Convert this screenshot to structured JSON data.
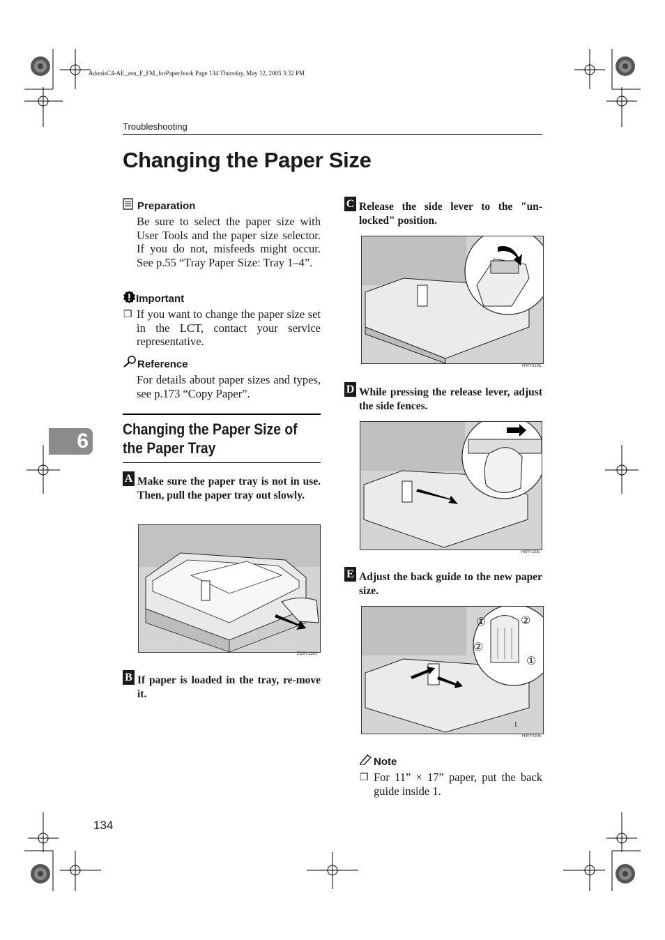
{
  "file_info": "AdonisC4-AE_zen_F_FM_forPaper.book  Page 134  Thursday, May 12, 2005  3:32 PM",
  "running_head": "Troubleshooting",
  "title": "Changing the Paper Size",
  "chapter_tab": "6",
  "page_number": "134",
  "preparation": {
    "heading": "Preparation",
    "text": "Be sure to select the paper size with User Tools and the paper size selector. If you do not, misfeeds might occur. See p.55 “Tray Paper Size: Tray 1–4”."
  },
  "important": {
    "heading": "Important",
    "bullet": "❒",
    "text": "If you want to change the paper size set in the LCT, contact your service representative."
  },
  "reference": {
    "heading": "Reference",
    "text": "For details about paper sizes and types, see p.173 “Copy Paper”."
  },
  "section_title": "Changing the Paper Size of the Paper Tray",
  "steps": [
    {
      "num": "A",
      "text": "Make sure the paper tray is not in use. Then, pull the paper tray out slowly.",
      "figure_code": "ZDSY130J"
    },
    {
      "num": "B",
      "text": "If paper is loaded in the tray, re-move it."
    },
    {
      "num": "C",
      "text": "Release the side lever to the \"un-locked\" position.",
      "figure_code": "HWY010E"
    },
    {
      "num": "D",
      "text": "While pressing the release lever, adjust the side fences.",
      "figure_code": "HWY020E"
    },
    {
      "num": "E",
      "text": "Adjust the back guide to the new paper size.",
      "figure_code": "HWY030E",
      "callouts": [
        "①",
        "②",
        "②",
        "①",
        "1"
      ]
    }
  ],
  "note": {
    "heading": "Note",
    "bullet": "❒",
    "text": "For 11” × 17” paper, put the back guide inside 1."
  },
  "icons": [
    "preparation-icon",
    "important-icon",
    "reference-icon",
    "note-icon",
    "registration-mark-icon",
    "color-target-icon"
  ]
}
